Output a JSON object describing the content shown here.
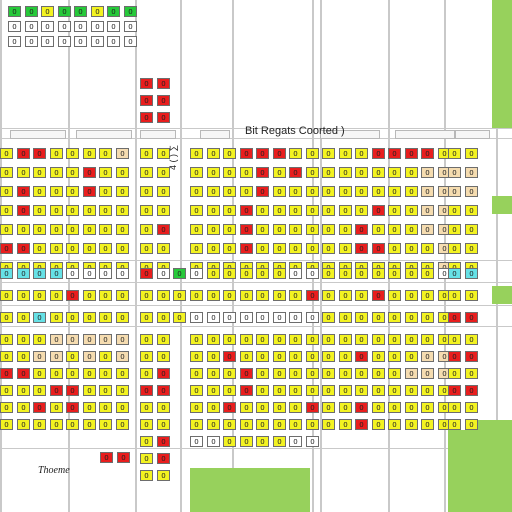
{
  "header": {
    "title": "Bit Regats Coorted   )"
  },
  "footer": {
    "caption": "Thoeme"
  },
  "side": {
    "vertical_text": "4 ( ) ∑"
  },
  "palette": {
    "yellow": "#f3f321",
    "red": "#e81e1e",
    "beige": "#f5dcb0",
    "cyan": "#66e1e6",
    "green": "#27c93a",
    "white": "#ffffff",
    "grass": "#97d15c"
  },
  "glyph": "0"
}
